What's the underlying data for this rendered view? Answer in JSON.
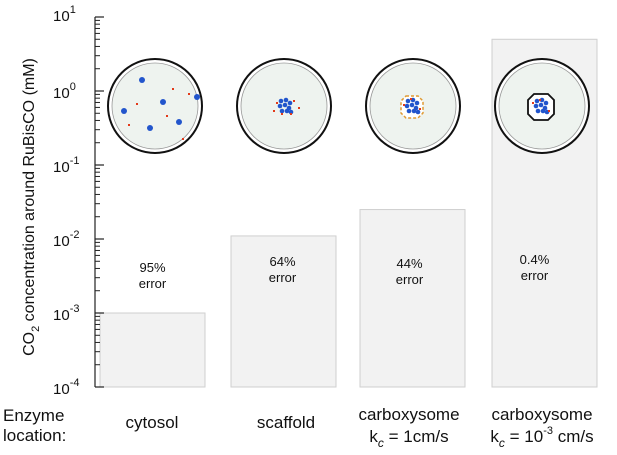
{
  "chart_data": {
    "type": "bar",
    "yscale": "log",
    "ylim": [
      0.0001,
      10
    ],
    "ylabel": "CO2 concentration around RuBisCO (mM)",
    "ylabel_parts": {
      "pre": "CO",
      "sub": "2",
      "post": " concentration around RuBisCO (mM)"
    },
    "yticks": [
      {
        "value": 0.0001,
        "base": "10",
        "exp": "-4"
      },
      {
        "value": 0.001,
        "base": "10",
        "exp": "-3"
      },
      {
        "value": 0.01,
        "base": "10",
        "exp": "-2"
      },
      {
        "value": 0.1,
        "base": "10",
        "exp": "-1"
      },
      {
        "value": 1,
        "base": "10",
        "exp": "0"
      },
      {
        "value": 10,
        "base": "10",
        "exp": "1"
      }
    ],
    "categories": [
      "cytosol",
      "scaffold",
      "carboxysome kc = 1cm/s",
      "carboxysome kc = 10-3 cm/s"
    ],
    "values": [
      0.001,
      0.011,
      0.025,
      5
    ],
    "errors": [
      {
        "pct": "95%",
        "word": "error"
      },
      {
        "pct": "64%",
        "word": "error"
      },
      {
        "pct": "44%",
        "word": "error"
      },
      {
        "pct": "0.4%",
        "word": "error"
      }
    ],
    "row_label": [
      "Enzyme",
      "location:"
    ],
    "category_labels": [
      {
        "line1": "cytosol"
      },
      {
        "line1": "scaffold"
      },
      {
        "line1": "carboxysome",
        "k": "k",
        "sub": "c",
        "eq": " = 1cm/s"
      },
      {
        "line1": "carboxysome",
        "k": "k",
        "sub": "c",
        "eq": " = 10",
        "sup": "-3",
        "tail": " cm/s"
      }
    ],
    "colors": {
      "bar": "#f2f2f2",
      "bar_edge": "#cfcfcf",
      "rubisco": "#2255cc",
      "co2": "#e23a1a",
      "carbon_shell": "#e09a33",
      "cell_fill": "#eef3ef"
    },
    "grid": false
  }
}
